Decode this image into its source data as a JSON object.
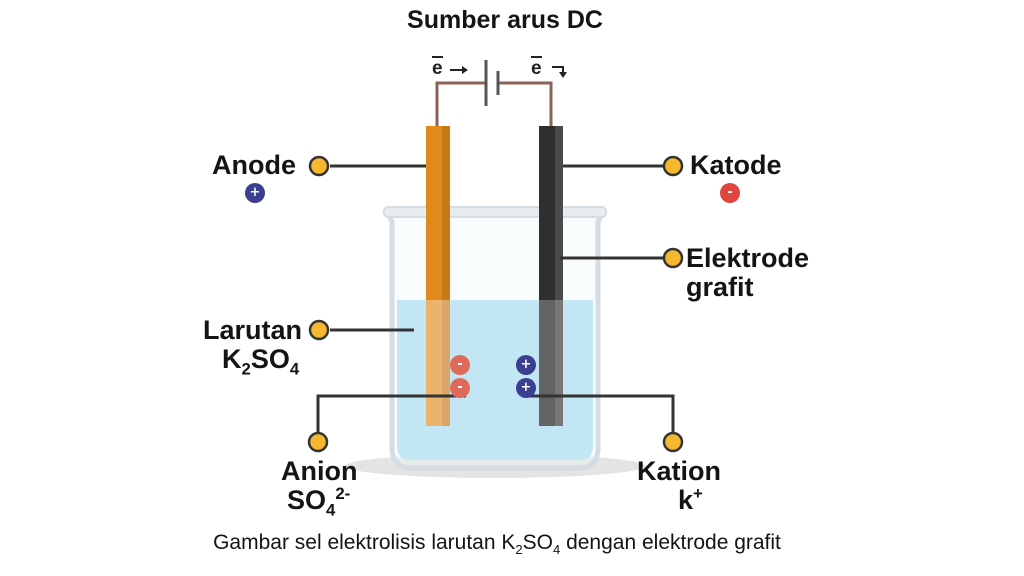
{
  "title": "Sumber arus DC",
  "electron_label": "e",
  "anode": {
    "label": "Anode",
    "sign": "+"
  },
  "katode": {
    "label": "Katode",
    "sign": "-"
  },
  "elektrode": {
    "line1": "Elektrode",
    "line2": "grafit"
  },
  "larutan": {
    "line1": "Larutan",
    "formula_k": "K",
    "formula_k_sub": "2",
    "formula_so": "SO",
    "formula_so_sub": "4"
  },
  "anion": {
    "line1": "Anion",
    "formula": "SO",
    "formula_sub": "4",
    "formula_sup": "2-"
  },
  "kation": {
    "line1": "Kation",
    "formula": "k",
    "formula_sup": "+"
  },
  "ions": {
    "minus": "-",
    "plus": "+"
  },
  "caption": {
    "part1": "Gambar sel elektrolisis larutan K",
    "sub": "2",
    "part2": "SO",
    "sub2": "4",
    "part3": " dengan elektrode grafit"
  },
  "colors": {
    "anode_rod": "#e08a1e",
    "cathode_rod": "#2f2f2f",
    "solution": "#a9dcf0",
    "label_dot": "#f5b82e",
    "plus_ion": "#3b3f8f",
    "minus_ion": "#e06a5a",
    "wire": "#8a6258"
  }
}
